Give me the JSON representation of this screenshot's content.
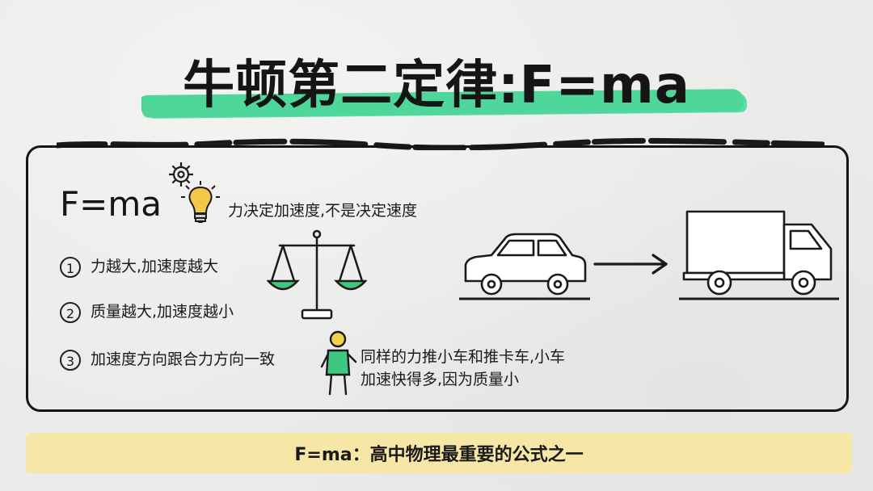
{
  "title": "牛顿第二定律:F=ma",
  "formula": "F=ma",
  "formula_note": "力决定加速度,不是决定速度",
  "items": [
    {
      "marker": "1",
      "text": "力越大,加速度越大"
    },
    {
      "marker": "2",
      "text": "质量越大,加速度越小"
    },
    {
      "marker": "3",
      "text": "加速度方向跟合力方向一致"
    }
  ],
  "car_note": {
    "line1": "同样的力推小车和推卡车,小车",
    "line2": "加速快得多,因为质量小"
  },
  "footer": "F=ma：高中物理最重要的公式之一",
  "colors": {
    "highlight_green": "#4fd69a",
    "footer_yellow": "#f6e7a6",
    "ink": "#151515",
    "figure_green": "#3ec77f",
    "bulb_yellow": "#f3c84a"
  },
  "icons": [
    "gear-icon",
    "lightbulb-icon",
    "balance-scale-icon",
    "person-icon",
    "car-icon",
    "arrow-right-icon",
    "truck-icon"
  ]
}
